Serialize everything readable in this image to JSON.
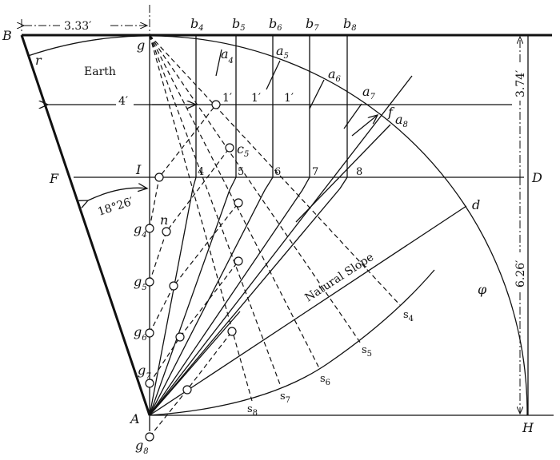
{
  "diagram": {
    "points": {
      "B": "B",
      "g": "g",
      "r": "r",
      "I": "I",
      "F": "F",
      "D": "D",
      "A": "A",
      "H": "H",
      "d": "d",
      "f": "f",
      "n": "n",
      "phi": "φ"
    },
    "region_label": "Earth",
    "dimensions": {
      "top_width": "3.33′",
      "left_arrow": "4′",
      "unit_marks": [
        "1′",
        "1′",
        "1′"
      ],
      "upper_height": "3.74′",
      "lower_height": "6.26′",
      "wall_angle": "18°26′"
    },
    "b_labels": [
      {
        "base": "b",
        "sub": "4"
      },
      {
        "base": "b",
        "sub": "5"
      },
      {
        "base": "b",
        "sub": "6"
      },
      {
        "base": "b",
        "sub": "7"
      },
      {
        "base": "b",
        "sub": "8"
      }
    ],
    "a_labels": [
      {
        "base": "a",
        "sub": "4"
      },
      {
        "base": "a",
        "sub": "5"
      },
      {
        "base": "a",
        "sub": "6"
      },
      {
        "base": "a",
        "sub": "7"
      },
      {
        "base": "a",
        "sub": "8"
      }
    ],
    "section_numbers": [
      "4",
      "5",
      "6",
      "7",
      "8"
    ],
    "c_label": {
      "base": "c",
      "sub": "5"
    },
    "g_labels": [
      {
        "base": "g",
        "sub": "4"
      },
      {
        "base": "g",
        "sub": "5"
      },
      {
        "base": "g",
        "sub": "6"
      },
      {
        "base": "g",
        "sub": "7"
      },
      {
        "base": "g",
        "sub": "8"
      }
    ],
    "s_labels": [
      {
        "base": "s",
        "sub": "4"
      },
      {
        "base": "s",
        "sub": "5"
      },
      {
        "base": "s",
        "sub": "6"
      },
      {
        "base": "s",
        "sub": "7"
      },
      {
        "base": "s",
        "sub": "8"
      }
    ],
    "slope_label": "Natural Slope"
  }
}
